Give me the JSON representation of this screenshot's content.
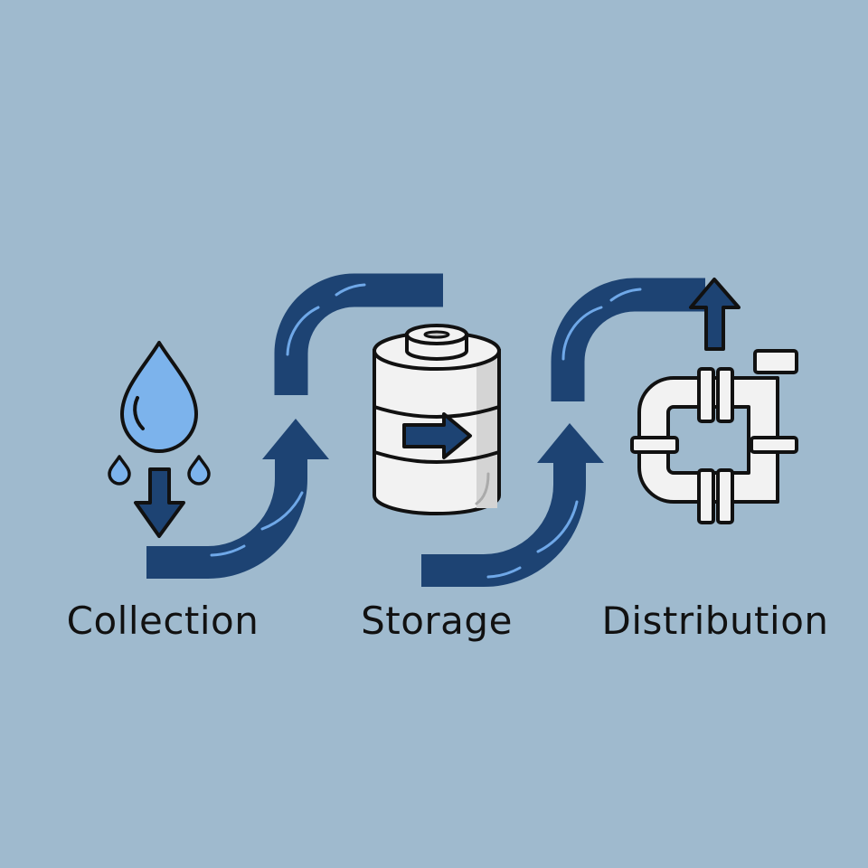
{
  "colors": {
    "background": "#9fbace",
    "flow": "#1d4373",
    "accent": "#6fa8e8",
    "drop": "#7cb3ec",
    "white": "#f2f2f2"
  },
  "steps": [
    {
      "label": "Collection",
      "icon": "water-drop-icon"
    },
    {
      "label": "Storage",
      "icon": "storage-tank-icon"
    },
    {
      "label": "Distribution",
      "icon": "pipes-icon"
    }
  ]
}
